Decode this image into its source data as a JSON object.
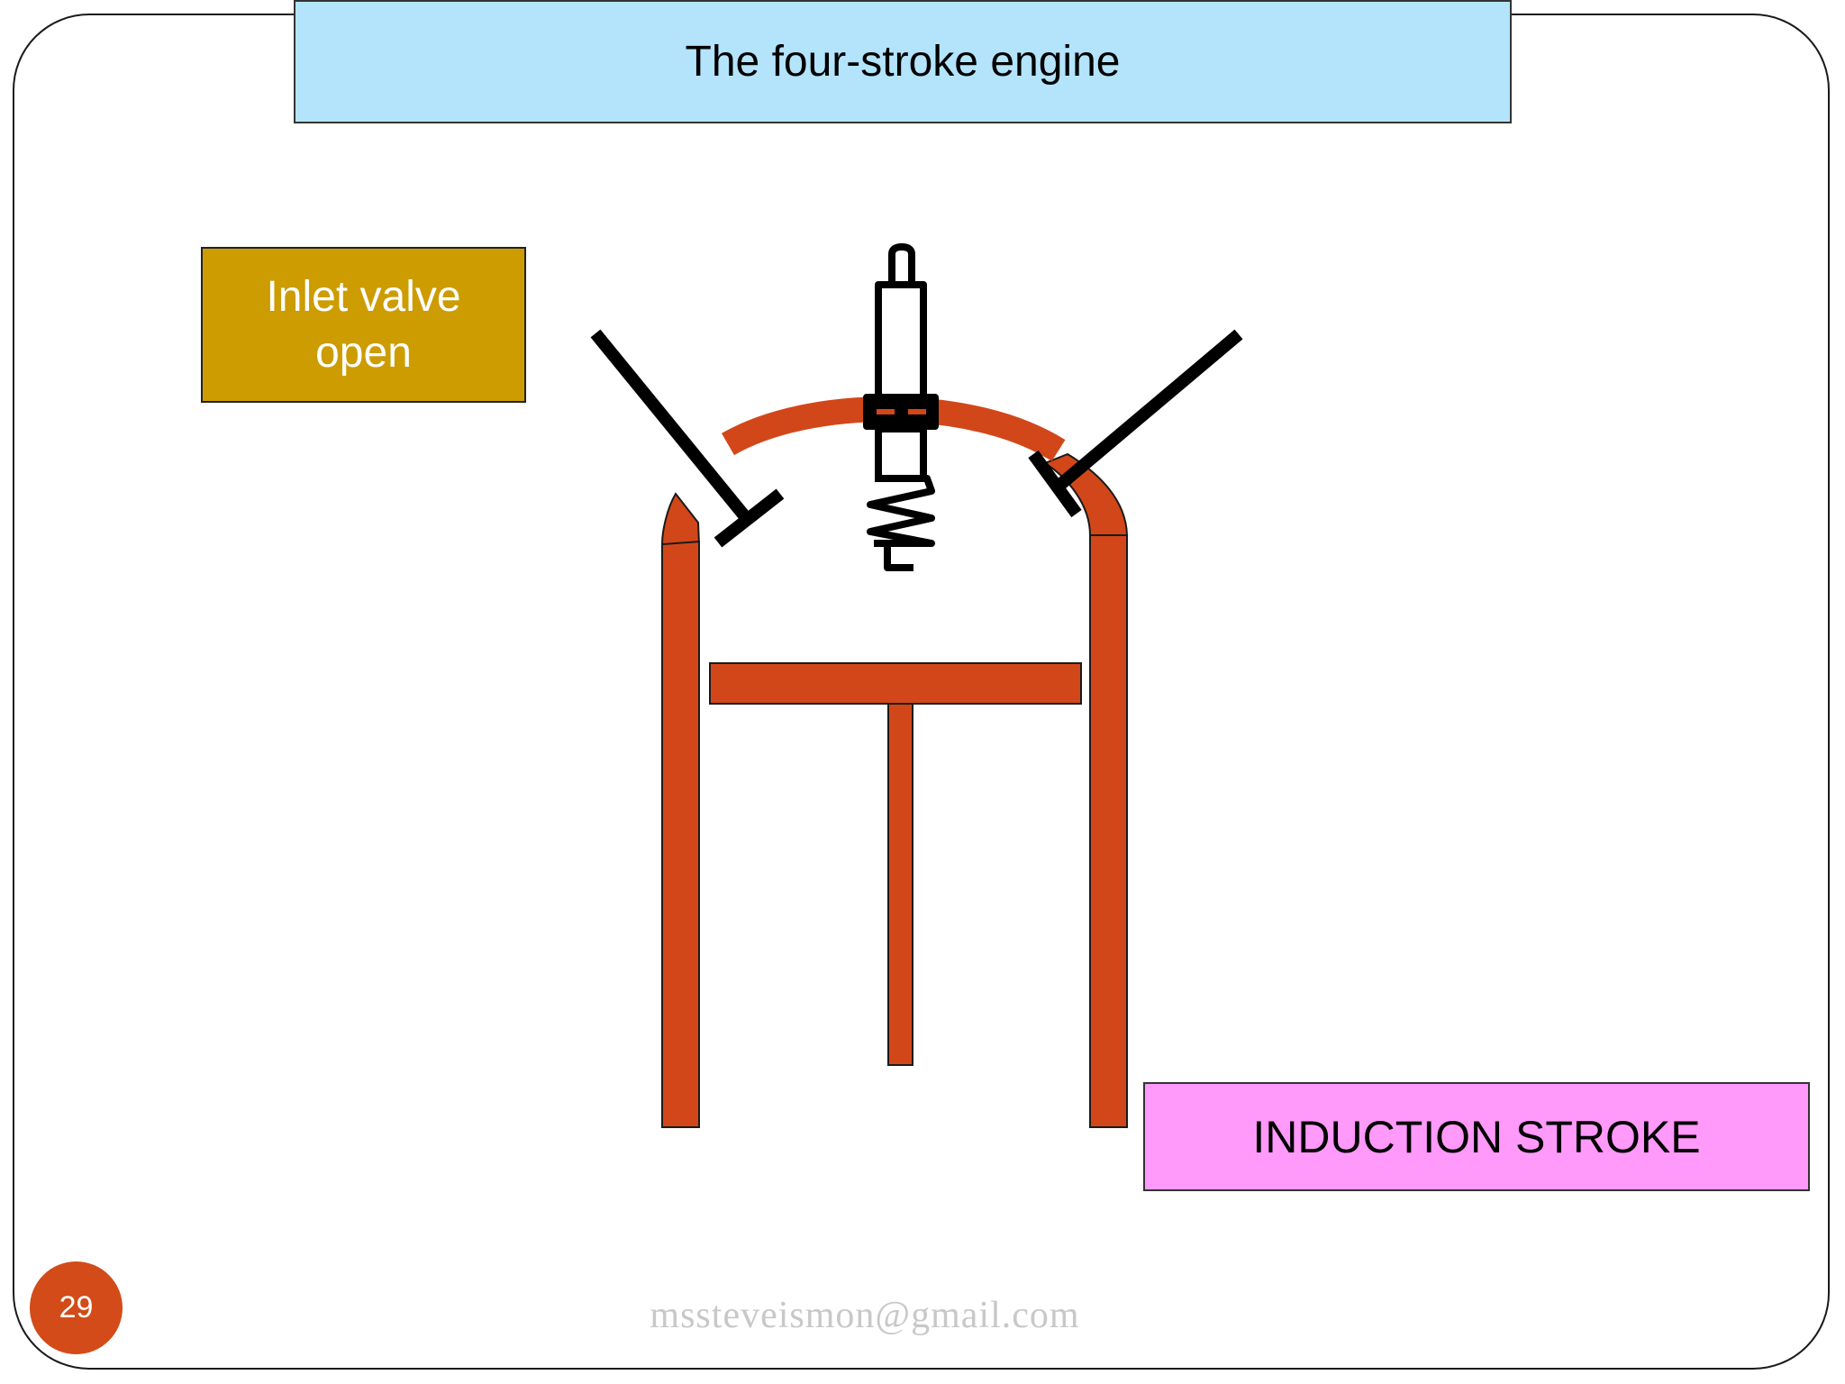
{
  "slide": {
    "title": "The four-stroke engine",
    "inlet_label_line1": "Inlet valve",
    "inlet_label_line2": "open",
    "stroke_label": "INDUCTION STROKE",
    "page_number": "29",
    "footer": "mssteveismon@gmail.com"
  },
  "colors": {
    "title_bg": "#b3e4fc",
    "inlet_bg": "#cc9c00",
    "stroke_bg": "#ff99fa",
    "engine_orange": "#d24719",
    "valve_black": "#000000",
    "badge": "#d24b19"
  },
  "icons": {
    "spark_plug": "spark-plug-icon"
  }
}
